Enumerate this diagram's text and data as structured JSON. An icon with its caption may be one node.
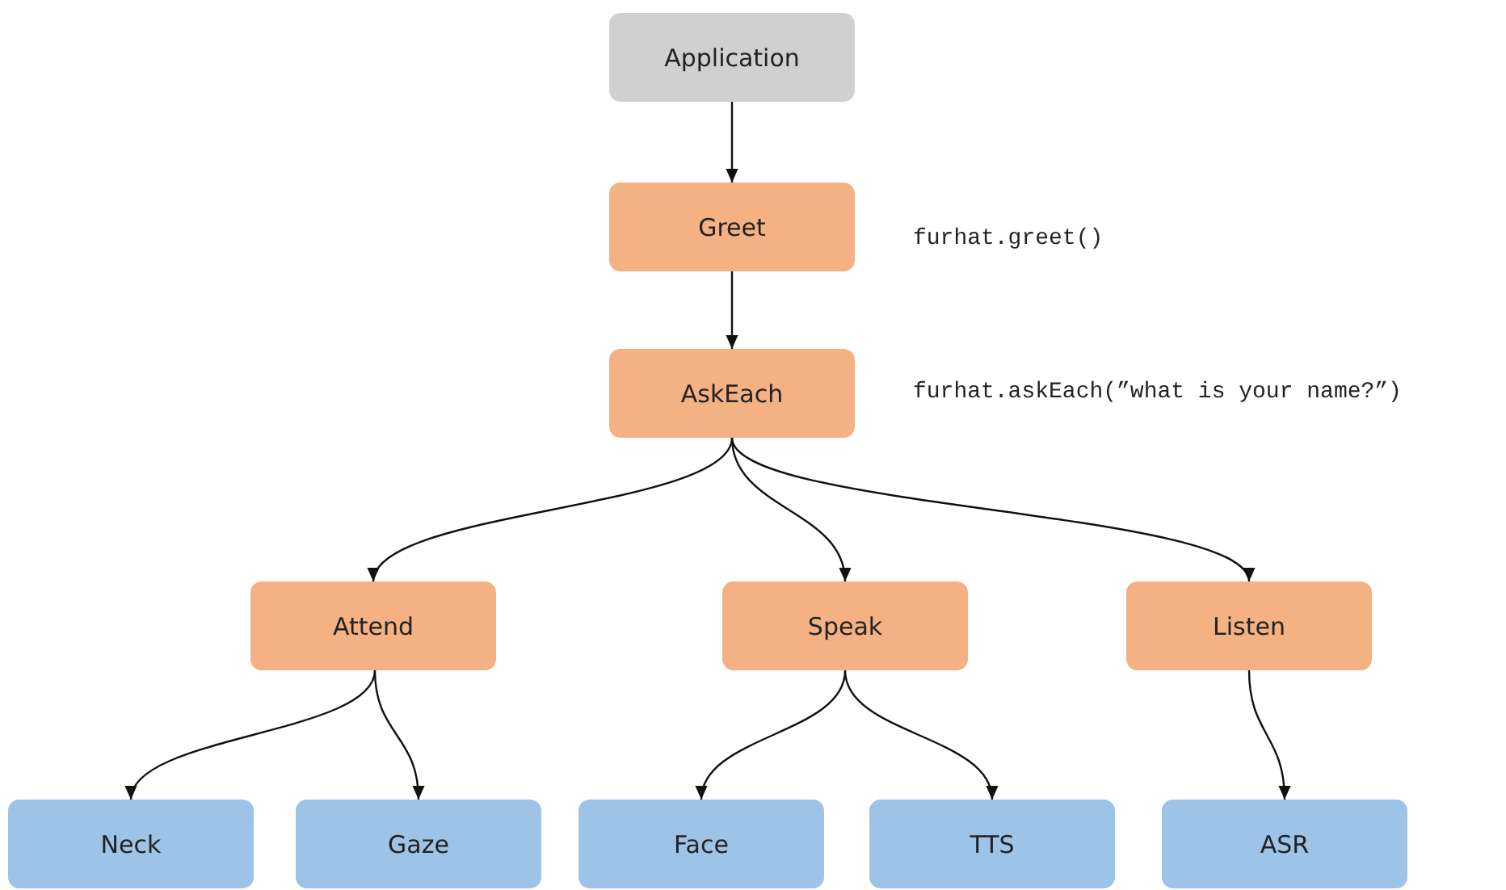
{
  "diagram": {
    "nodes": [
      {
        "text": [
          "Application"
        ]
      },
      {
        "text": [
          "Greet"
        ],
        "beside": [
          "furhat.greet()"
        ]
      },
      {
        "text": [
          "AskEach"
        ],
        "beside": [
          "furhat.askEach(”what is your name?”)"
        ]
      },
      {
        "text": [
          "Attend"
        ]
      },
      {
        "text": [
          "Speak"
        ]
      },
      {
        "text": [
          "Listen"
        ]
      },
      {
        "text": [
          "Neck"
        ]
      },
      {
        "text": [
          "Gaze"
        ]
      },
      {
        "text": [
          "Face"
        ]
      },
      {
        "text": [
          "TTS"
        ]
      },
      {
        "text": [
          "ASR"
        ]
      }
    ],
    "edges": [
      {
        "from": 0,
        "to": 1,
        "arrow": "to"
      },
      {
        "from": 1,
        "to": 2,
        "arrow": "to"
      },
      {
        "from": 2,
        "to": 3,
        "arrow": "to"
      },
      {
        "from": 2,
        "to": 4,
        "arrow": "to"
      },
      {
        "from": 2,
        "to": 5,
        "arrow": "to"
      },
      {
        "from": 3,
        "to": 6,
        "arrow": "to"
      },
      {
        "from": 3,
        "to": 7,
        "arrow": "to"
      },
      {
        "from": 4,
        "to": 8,
        "arrow": "to"
      },
      {
        "from": 4,
        "to": 9,
        "arrow": "to"
      },
      {
        "from": 5,
        "to": 10,
        "arrow": "to"
      }
    ]
  }
}
